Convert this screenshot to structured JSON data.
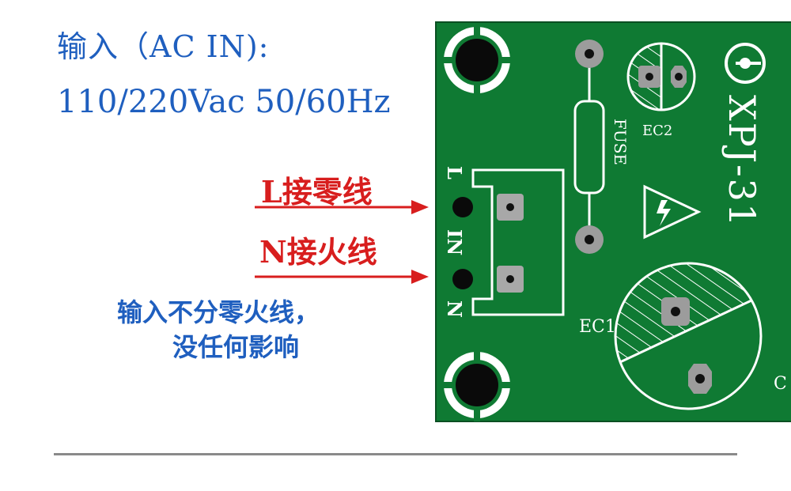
{
  "left_text": {
    "title": "输入（AC IN):",
    "spec": "110/220Vac 50/60Hz",
    "l_label": "L接零线",
    "n_label": "N接火线",
    "note_line1": "输入不分零火线，",
    "note_line2": "没任何影响"
  },
  "pcb": {
    "model": "XPJ-31",
    "fuse_label": "FUSE",
    "ec2_label": "EC2",
    "ec1_label": "EC1",
    "edge_label": "C",
    "pin_label_l": "L",
    "pin_label_in": "IN",
    "pin_label_n": "N"
  },
  "colors": {
    "board": "#0f7a33",
    "board_edge": "#0a4f22",
    "silk": "#ffffff",
    "pad": "#9c9c9c",
    "label_blue": "#1f5fbf",
    "label_red": "#d81e1e"
  }
}
